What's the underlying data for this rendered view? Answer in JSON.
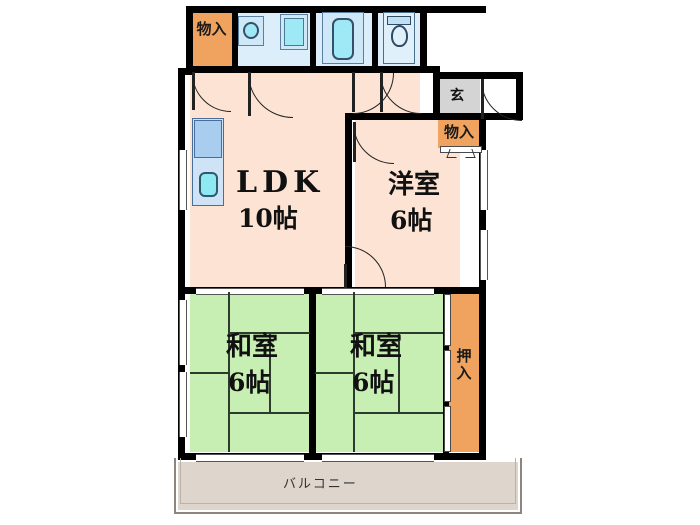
{
  "plan": {
    "title": "間取り図",
    "rooms": [
      {
        "id": "ldk",
        "name": "LDK",
        "size": "10帖",
        "type": "living-dining-kitchen",
        "floor": "flooring",
        "color": "#fce3d3"
      },
      {
        "id": "yoshitsu",
        "name": "洋室",
        "size": "6帖",
        "type": "western-room",
        "floor": "flooring",
        "color": "#fce3d3"
      },
      {
        "id": "washitsu1",
        "name": "和室",
        "size": "6帖",
        "type": "japanese-room",
        "floor": "tatami",
        "color": "#c7efb3"
      },
      {
        "id": "washitsu2",
        "name": "和室",
        "size": "6帖",
        "type": "japanese-room",
        "floor": "tatami",
        "color": "#c7efb3"
      }
    ],
    "storage": [
      {
        "id": "monoire-left",
        "label": "物入",
        "orientation": "horizontal",
        "color": "#f0a35e"
      },
      {
        "id": "monoire-right",
        "label": "物入",
        "orientation": "horizontal",
        "color": "#f0a35e"
      },
      {
        "id": "oshiire",
        "label": "押入",
        "orientation": "vertical",
        "color": "#f0a35e"
      }
    ],
    "entrance": {
      "label": "玄",
      "name": "玄関",
      "color": "#d4d4d4"
    },
    "balcony": {
      "label": "バルコニー",
      "color": "#ded6cc"
    },
    "wet_areas": [
      {
        "id": "washroom",
        "name": "洗面所",
        "fixture": "洗面台",
        "color": "#ddeefb"
      },
      {
        "id": "bathroom",
        "name": "浴室",
        "fixture": "浴槽",
        "color": "#ddeefb"
      },
      {
        "id": "toilet",
        "name": "トイレ",
        "fixture": "便器",
        "color": "#ddeefb"
      }
    ],
    "kitchen": {
      "fixtures": [
        "コンロ",
        "シンク"
      ]
    },
    "labels": {
      "ldk_name": "LDK",
      "ldk_size": "10帖",
      "yoshitsu_name": "洋室",
      "yoshitsu_size": "6帖",
      "washitsu_left_name": "和室",
      "washitsu_left_size": "6帖",
      "washitsu_right_name": "和室",
      "washitsu_right_size": "6帖",
      "monoire_left": "物入",
      "monoire_right": "物入",
      "oshiire_1": "押",
      "oshiire_2": "入",
      "genkan": "玄",
      "balcony": "バルコニー"
    },
    "colors": {
      "wall": "#000000",
      "flooring": "#fce3d3",
      "tatami": "#c7efb3",
      "closet": "#f0a35e",
      "water": "#ddeefb",
      "entrance": "#d4d4d4",
      "balcony": "#ded6cc",
      "fixture_accent": "#9fe8f5"
    }
  }
}
